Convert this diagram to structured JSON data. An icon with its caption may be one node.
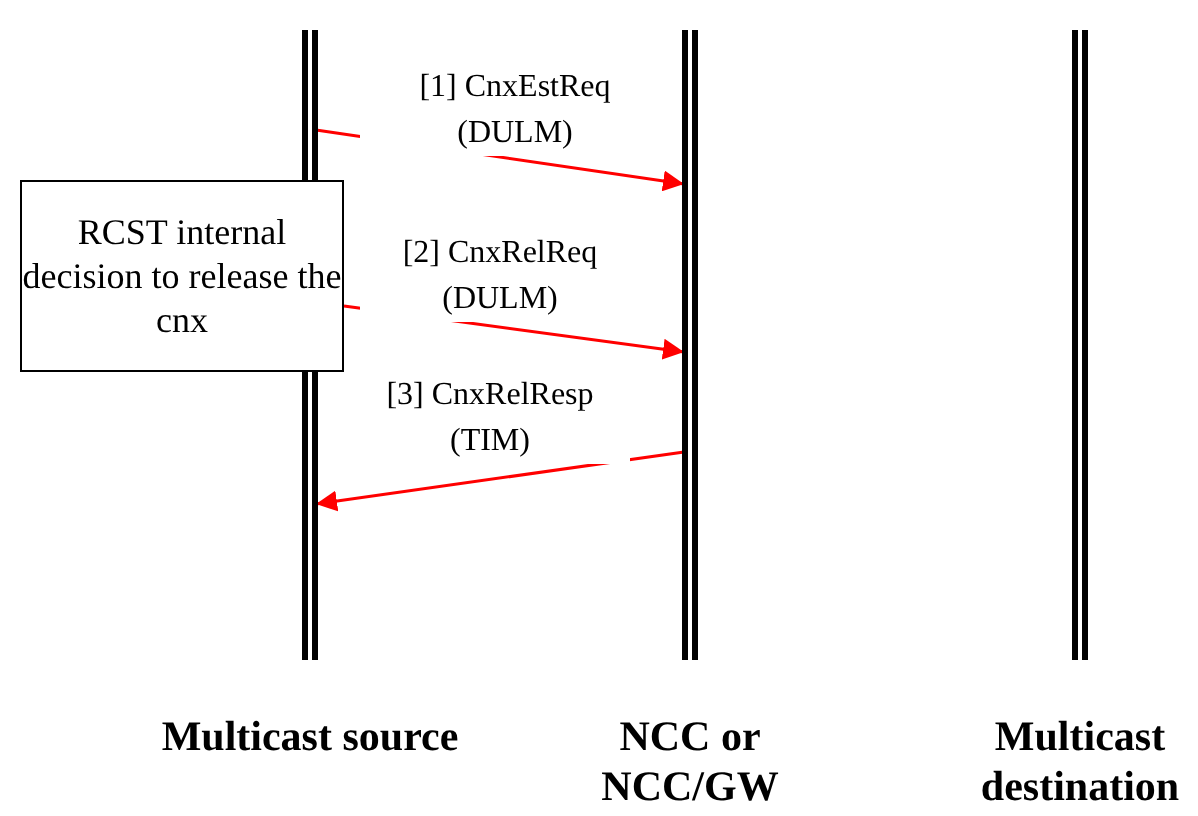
{
  "diagram": {
    "nodes": [
      {
        "text": [
          "Multicast source"
        ]
      },
      {
        "text": [
          "NCC or NCC/GW"
        ]
      },
      {
        "text": [
          "Multicast destination"
        ]
      },
      {
        "text": [
          "RCST internal decision to release the cnx"
        ]
      }
    ],
    "edges": [
      {
        "from": 0,
        "to": 1,
        "arrow": "to",
        "label": "[1] CnxEstReq (DULM)"
      },
      {
        "from": 3,
        "to": 1,
        "arrow": "to",
        "label": "[2] CnxRelReq (DULM)"
      },
      {
        "from": 1,
        "to": 0,
        "arrow": "to",
        "label": "[3] CnxRelResp (TIM)"
      }
    ]
  }
}
